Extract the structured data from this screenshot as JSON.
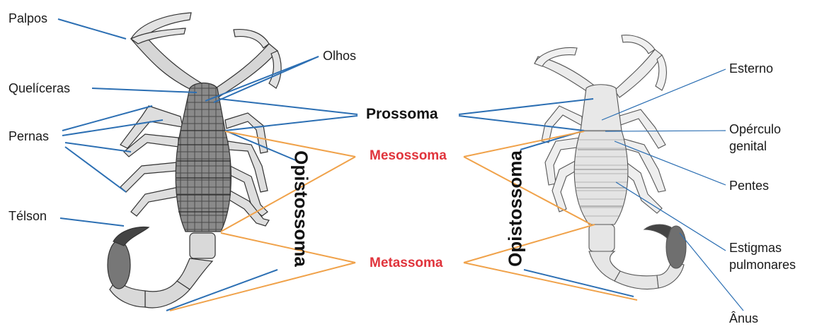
{
  "labels": {
    "palpos": "Palpos",
    "olhos": "Olhos",
    "queliceras": "Quelíceras",
    "pernas": "Pernas",
    "telson": "Télson",
    "prossoma": "Prossoma",
    "mesossoma": "Mesossoma",
    "metassoma": "Metassoma",
    "opistossoma_left": "Opistossoma",
    "opistossoma_right": "Opistossoma",
    "esterno": "Esterno",
    "operculo_1": "Opérculo",
    "operculo_2": "genital",
    "pentes": "Pentes",
    "estigmas_1": "Estigmas",
    "estigmas_2": "pulmonares",
    "anus": "Ânus"
  },
  "colors": {
    "leader_blue": "#2c6fb3",
    "bracket_orange": "#f0a24a",
    "accent_red": "#e0343c",
    "body_dark": "#5a5a5a",
    "body_light": "#dcdcdc"
  }
}
